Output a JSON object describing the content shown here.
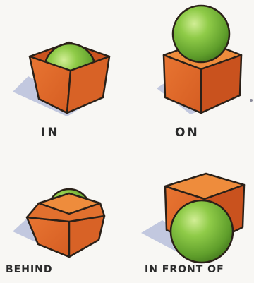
{
  "captions": {
    "in": "IN",
    "on": "ON",
    "behind": "BEHIND",
    "in_front_of": "IN FRONT OF"
  },
  "colors": {
    "box_front": "#e06a2a",
    "box_top": "#ee8c3c",
    "box_side": "#c9521e",
    "ball": "#7bbd3c",
    "ball_shade": "#4f8f23",
    "ball_highlight": "#c8e88a",
    "shadow": "#b7bdd8",
    "outline": "#2a2018",
    "background": "#f8f7f4"
  }
}
